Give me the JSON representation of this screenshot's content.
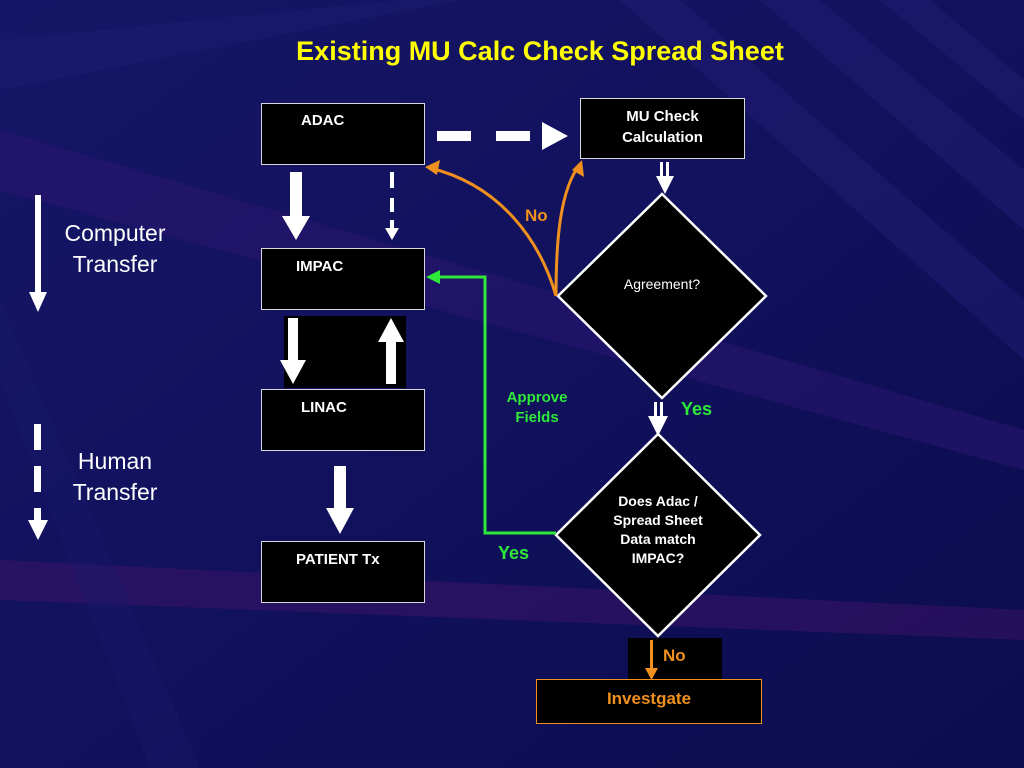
{
  "title": "Existing MU Calc Check Spread Sheet",
  "legend": {
    "computer_transfer": "Computer\nTransfer",
    "human_transfer": "Human\nTransfer"
  },
  "boxes": {
    "adac": "ADAC",
    "impac": "IMPAC",
    "linac": "LINAC",
    "patient_tx": "PATIENT Tx",
    "mu_check": "MU Check\nCalculation",
    "investigate": "Investgate"
  },
  "decisions": {
    "agreement": "Agreement?",
    "data_match": "Does Adac /\nSpread Sheet\nData match\nIMPAC?"
  },
  "edge_labels": {
    "no_top": "No",
    "yes_agreement": "Yes",
    "approve_fields": "Approve\nFields",
    "yes_match": "Yes",
    "no_bottom": "No"
  },
  "colors": {
    "background": "#12125e",
    "title": "#ffff00",
    "orange": "#f0901e",
    "green": "#2ee83a",
    "white": "#ffffff"
  }
}
